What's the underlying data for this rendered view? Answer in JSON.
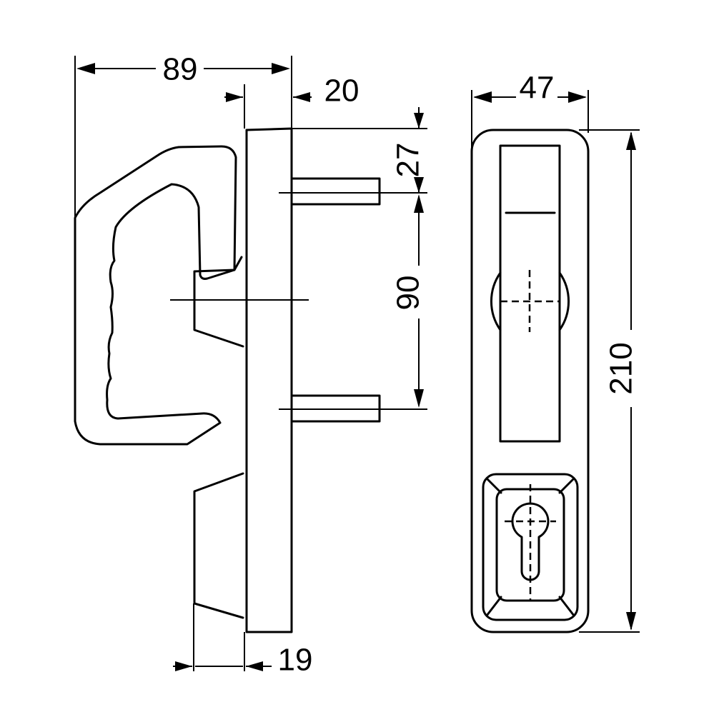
{
  "dimensions": {
    "total_depth": "89",
    "plate_thickness": "20",
    "top_to_pin": "27",
    "pin_spacing": "90",
    "total_height": "210",
    "width": "47",
    "base_thickness": "19"
  },
  "colors": {
    "line": "#000000",
    "background": "#ffffff"
  }
}
